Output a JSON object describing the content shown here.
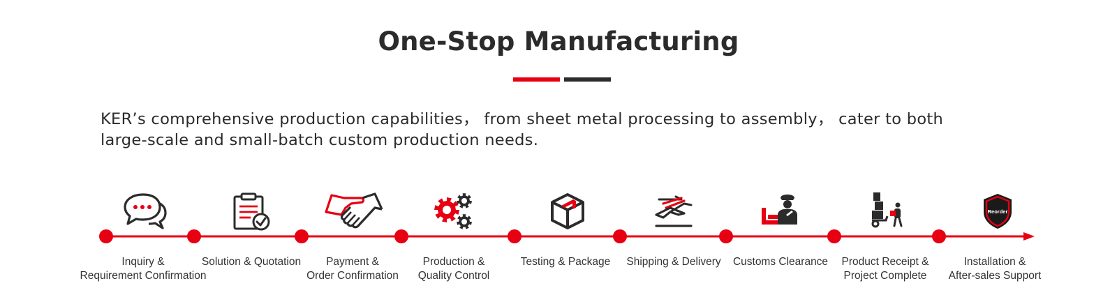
{
  "header": {
    "title": "One-Stop Manufacturing",
    "accent_colors": [
      "#e60012",
      "#2b2b2b"
    ]
  },
  "intro": {
    "line1": "KER’s comprehensive production capabilities， from sheet metal processing to assembly， cater to both",
    "line2": "large-scale and small-batch custom production needs."
  },
  "process": {
    "line_color": "#e60012",
    "steps": [
      {
        "icon": "chat-bubbles-icon",
        "lines": [
          "Inquiry &",
          "Requirement Confirmation"
        ]
      },
      {
        "icon": "clipboard-check-icon",
        "lines": [
          "Solution & Quotation"
        ]
      },
      {
        "icon": "handshake-icon",
        "lines": [
          "Payment &",
          "Order Confirmation"
        ]
      },
      {
        "icon": "gears-icon",
        "lines": [
          "Production &",
          "Quality Control"
        ]
      },
      {
        "icon": "package-box-icon",
        "lines": [
          "Testing & Package"
        ]
      },
      {
        "icon": "airplane-shipping-icon",
        "lines": [
          "Shipping & Delivery"
        ]
      },
      {
        "icon": "customs-officer-icon",
        "lines": [
          "Customs Clearance"
        ]
      },
      {
        "icon": "hand-truck-icon",
        "lines": [
          "Product Receipt &",
          "Project Complete"
        ]
      },
      {
        "icon": "reorder-shield-icon",
        "lines": [
          "Installation &",
          "After-sales Support"
        ],
        "badge_text": "Reorder"
      }
    ]
  }
}
